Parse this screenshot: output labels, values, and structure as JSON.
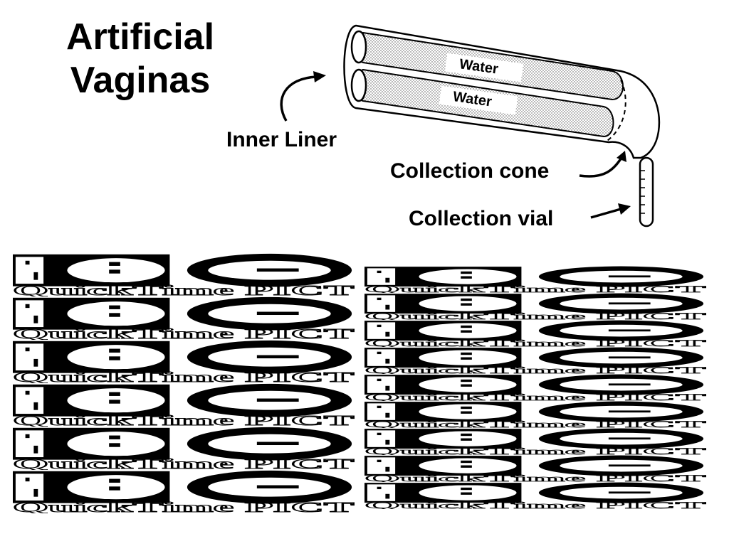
{
  "slide": {
    "title_line1": "Artificial",
    "title_line2": "Vaginas"
  },
  "diagram": {
    "water_top": "Water",
    "water_bottom": "Water",
    "inner_liner": "Inner Liner",
    "collection_cone": "Collection cone",
    "collection_vial": "Collection vial"
  },
  "placeholder": {
    "text": "QuickTime PICT",
    "left_column_count": 6,
    "right_column_count": 9
  }
}
